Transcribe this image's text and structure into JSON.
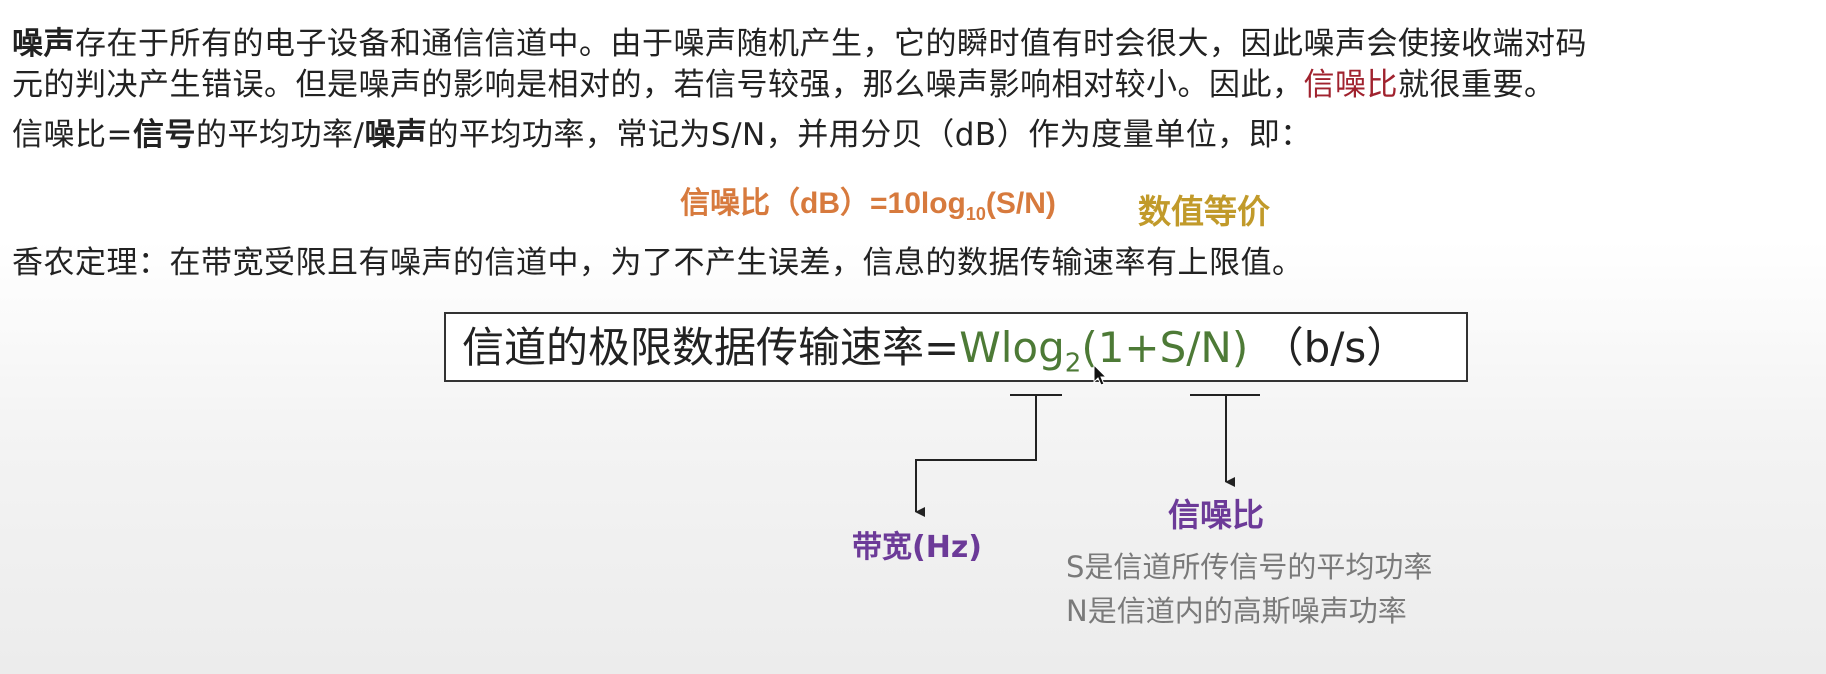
{
  "para1": {
    "noise_term": "噪声",
    "line1_rest": "存在于所有的电子设备和通信信道中。由于噪声随机产生，它的瞬时值有时会很大，因此噪声会使接收端对码",
    "line2_a": "元的判决产生错误。但是噪声的影响是相对的，若信号较强，那么噪声影响相对较小。因此，",
    "line2_highlight": "信噪比",
    "line2_b": "就很重要。"
  },
  "para2": {
    "a": "信噪比=",
    "signal": "信号",
    "b": "的平均功率/",
    "noise": "噪声",
    "c": "的平均功率，常记为S/N，并用分贝（dB）作为度量单位，即："
  },
  "formula_db": {
    "lhs": "信噪比（dB）=10log",
    "sub": "10",
    "rhs": "(S/N)",
    "equiv": "数值等价"
  },
  "shannon": {
    "statement": "香农定理：在带宽受限且有噪声的信道中，为了不产生误差，信息的数据传输速率有上限值。",
    "box_prefix": "信道的极限数据传输速率=",
    "box_formula_a": "Wlog",
    "box_formula_sub": "2",
    "box_formula_b": "(1+S/N)",
    "box_unit": " （b/s）"
  },
  "annotations": {
    "bandwidth": "带宽(Hz)",
    "snr": "信噪比",
    "s_desc": "S是信道所传信号的平均功率",
    "n_desc": "N是信道内的高斯噪声功率"
  },
  "colors": {
    "highlight_red": "#a0222e",
    "formula_orange": "#d77a3d",
    "equiv_gold": "#c19a2a",
    "formula_green": "#4d7a36",
    "label_purple": "#6c3a98",
    "note_gray": "#7a7a7a"
  }
}
